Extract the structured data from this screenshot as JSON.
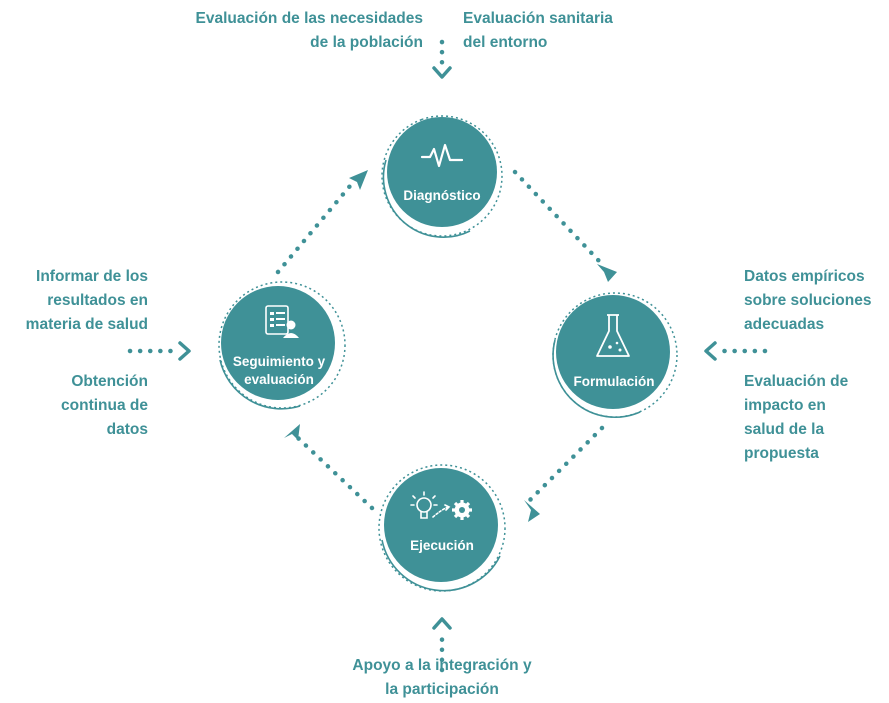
{
  "colors": {
    "teal": "#3f9197",
    "dots": "#3f9197",
    "node_text": "#ffffff",
    "background": "#ffffff"
  },
  "nodes": {
    "diagnostico": {
      "label": "Diagnóstico",
      "icon": "pulse-icon"
    },
    "formulacion": {
      "label": "Formulación",
      "icon": "flask-icon"
    },
    "ejecucion": {
      "label": "Ejecución",
      "icon": "idea-gear-icon"
    },
    "seguimiento": {
      "label_line1": "Seguimiento y",
      "label_line2": "evaluación",
      "icon": "checklist-person-icon"
    }
  },
  "inputs": {
    "top_left": {
      "line1": "Evaluación de las necesidades",
      "line2": "de la población"
    },
    "top_right": {
      "line1": "Evaluación sanitaria",
      "line2": "del entorno"
    },
    "right_top": {
      "line1": "Datos empíricos",
      "line2": "sobre soluciones",
      "line3": "adecuadas"
    },
    "right_bottom": {
      "line1": "Evaluación de",
      "line2": "impacto en",
      "line3": "salud de la",
      "line4": "propuesta"
    },
    "left_top": {
      "line1": "Informar de los",
      "line2": "resultados en",
      "line3": "materia de salud"
    },
    "left_bottom": {
      "line1": "Obtención",
      "line2": "continua de",
      "line3": "datos"
    },
    "bottom": {
      "line1": "Apoyo a la integración y",
      "line2": "la participación"
    }
  }
}
